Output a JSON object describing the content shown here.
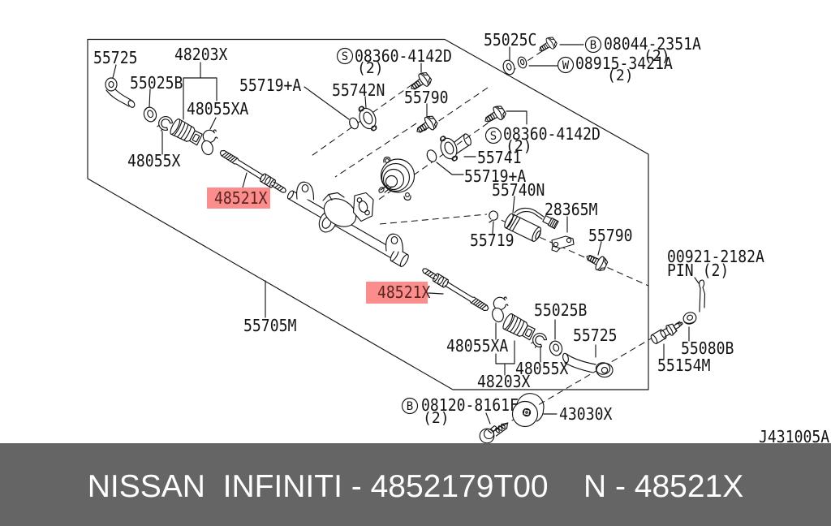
{
  "footer": {
    "text": "NISSAN  INFINITI - 4852179T00    N - 48521X",
    "bg_color": "#656565",
    "text_color": "#ffffff"
  },
  "diagram": {
    "drawing_code": "J431005A",
    "highlight_color": "#fb8d8d",
    "parts": {
      "p55725": "55725",
      "p55025B": "55025B",
      "p48203X": "48203X",
      "p48055XA": "48055XA",
      "p48055X": "48055X",
      "p48521X": "48521X",
      "p55719A": "55719+A",
      "p55742N": "55742N",
      "p08360_4142D": "08360-4142D",
      "p55790": "55790",
      "p55025C": "55025C",
      "p08044_2351A": "08044-2351A",
      "p08915_3421A": "08915-3421A",
      "p55741": "55741",
      "p55740N": "55740N",
      "p28365M": "28365M",
      "p55719": "55719",
      "p55705M": "55705M",
      "p08120_8161F": "08120-8161F",
      "p43030X": "43030X",
      "p00921_2182A": "00921-2182A",
      "pin_qty": "PIN (2)",
      "p55080B": "55080B",
      "p55154M": "55154M",
      "qty2": "(2)",
      "prefix_S": "S",
      "prefix_B": "B",
      "prefix_W": "W"
    }
  }
}
